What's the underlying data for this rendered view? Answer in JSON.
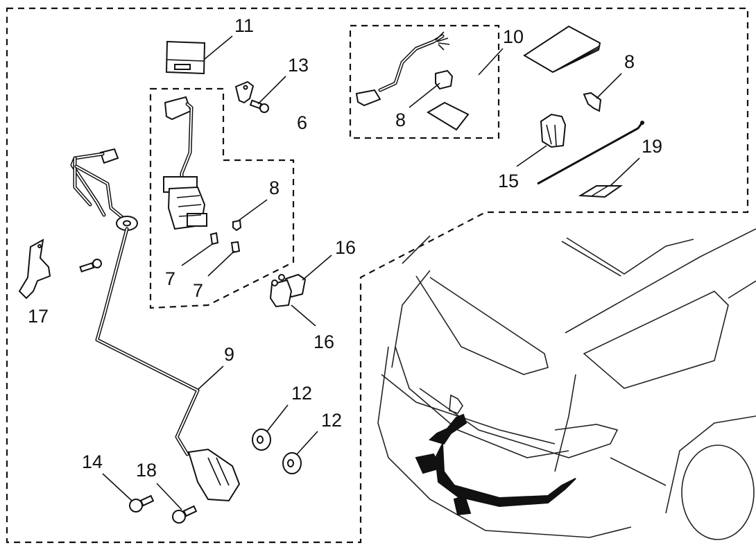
{
  "diagram": {
    "title": "Trailer hitch wiring harness kit - parts diagram",
    "callouts": [
      {
        "id": "c11",
        "label": "11",
        "part": "control-module"
      },
      {
        "id": "c13",
        "label": "13",
        "part": "bracket-with-bolt"
      },
      {
        "id": "c6",
        "label": "6",
        "part": "sub-harness-assembly"
      },
      {
        "id": "c8a",
        "label": "8",
        "part": "clip-in-sub-harness"
      },
      {
        "id": "c7a",
        "label": "7",
        "part": "clip"
      },
      {
        "id": "c7b",
        "label": "7",
        "part": "clip"
      },
      {
        "id": "c10",
        "label": "10",
        "part": "jumper-harness-kit"
      },
      {
        "id": "c8b",
        "label": "8",
        "part": "clip-in-jumper-kit"
      },
      {
        "id": "c8c",
        "label": "8",
        "part": "clip"
      },
      {
        "id": "c15",
        "label": "15",
        "part": "connector-cover"
      },
      {
        "id": "c19",
        "label": "19",
        "part": "adhesive-pad"
      },
      {
        "id": "c16a",
        "label": "16",
        "part": "relay"
      },
      {
        "id": "c16b",
        "label": "16",
        "part": "relay"
      },
      {
        "id": "c17",
        "label": "17",
        "part": "mounting-bracket"
      },
      {
        "id": "c9",
        "label": "9",
        "part": "main-harness-with-socket"
      },
      {
        "id": "c12a",
        "label": "12",
        "part": "grommet-nut"
      },
      {
        "id": "c12b",
        "label": "12",
        "part": "grommet-nut"
      },
      {
        "id": "c14",
        "label": "14",
        "part": "bolt"
      },
      {
        "id": "c18",
        "label": "18",
        "part": "bolt"
      }
    ]
  }
}
